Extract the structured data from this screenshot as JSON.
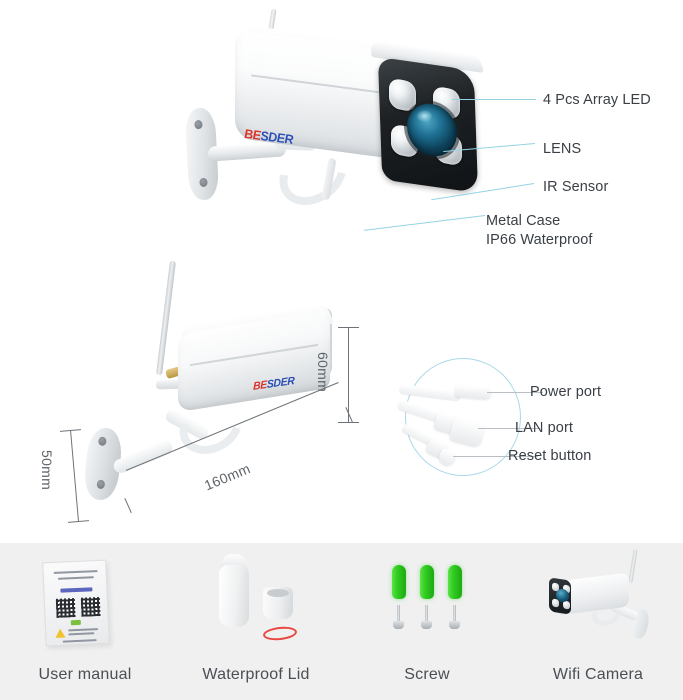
{
  "brand": {
    "name": "BESDER",
    "part_red": "BE",
    "part_blue": "SDER",
    "color_red": "#d9342b",
    "color_blue": "#2b4fb5"
  },
  "hero": {
    "callouts": [
      {
        "id": "array-led",
        "label": "4 Pcs Array LED"
      },
      {
        "id": "lens",
        "label": "LENS"
      },
      {
        "id": "ir-sensor",
        "label": "IR Sensor"
      },
      {
        "id": "metal-case",
        "label": "Metal Case",
        "label_line2": "IP66 Waterproof"
      }
    ],
    "leader_color": "#93d4e4"
  },
  "dimensions": {
    "height": "60mm",
    "depth": "50mm",
    "length": "160mm",
    "line_color": "#6d7378"
  },
  "ports": {
    "circle_color": "#a9d9e9",
    "callouts": [
      {
        "id": "power-port",
        "label": "Power port"
      },
      {
        "id": "lan-port",
        "label": "LAN port"
      },
      {
        "id": "reset-button",
        "label": "Reset button"
      }
    ]
  },
  "accessories": {
    "background": "#f0f0f0",
    "items": [
      {
        "id": "user-manual",
        "label": "User manual"
      },
      {
        "id": "waterproof-lid",
        "label": "Waterproof Lid"
      },
      {
        "id": "screw",
        "label": "Screw"
      },
      {
        "id": "wifi-camera",
        "label": "Wifi Camera"
      }
    ]
  },
  "colors": {
    "text": "#3a3f45",
    "accent_cyan": "#93d4e4",
    "accent_green": "#2ecc1f",
    "accent_red": "#e8483f",
    "background": "#ffffff"
  }
}
